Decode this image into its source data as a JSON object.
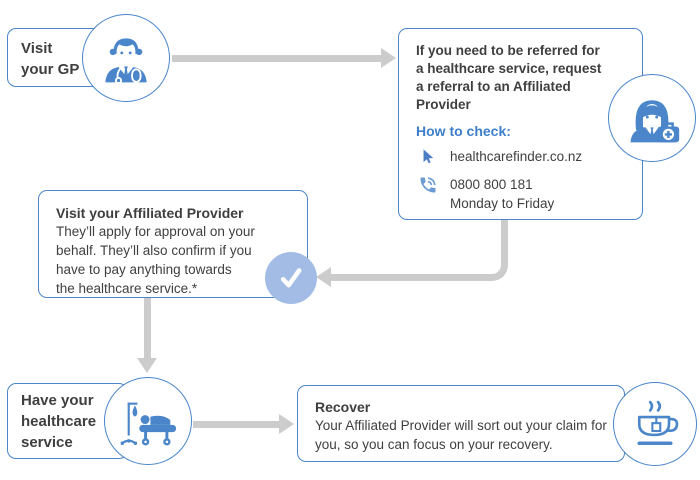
{
  "colors": {
    "accent_blue": "#4a86c9",
    "link_blue": "#3e7fcb",
    "check_circle_blue": "#a3bce6",
    "text_dark": "#3f3f3f",
    "arrow_gray": "#cccccc"
  },
  "icons": {
    "doctor-icon": "doctor with stethoscope",
    "nurse-icon": "nurse with first aid kit",
    "cursor-icon": "mouse pointer",
    "phone-icon": "telephone handset with sound waves",
    "checkmark-icon": "check mark",
    "hospital-bed-icon": "patient on hospital bed with IV drip",
    "teacup-icon": "steaming cup of tea"
  },
  "steps": {
    "gp": {
      "label": "Visit\nyour GP"
    },
    "referral": {
      "title": "If you need to be referred for\na healthcare service, request\na referral to an Affiliated\nProvider",
      "how_to_check_label": "How to check:",
      "website": "healthcarefinder.co.nz",
      "phone": "0800 800 181",
      "phone_hours": "Monday to Friday"
    },
    "affiliated_provider": {
      "title": "Visit your Affiliated Provider",
      "body": "They’ll apply for approval on your\nbehalf. They’ll also confirm if you\nhave to pay anything towards\nthe healthcare service.*"
    },
    "healthcare_service": {
      "label": "Have your\nhealthcare\nservice"
    },
    "recover": {
      "title": "Recover",
      "body": "Your Affiliated Provider will sort out your claim for you, so you can focus on your recovery."
    }
  }
}
